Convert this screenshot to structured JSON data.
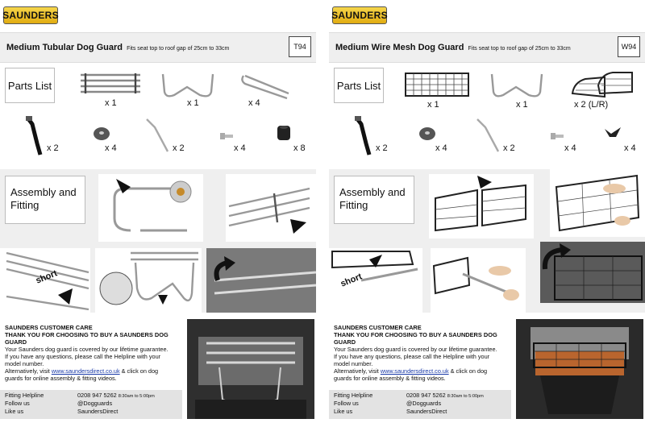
{
  "brand": "SAUNDERS",
  "sheets": [
    {
      "title": "Medium Tubular Dog Guard",
      "subtitle": "Fits seat top to roof gap of 25cm to 33cm",
      "code": "T94",
      "parts_heading": "Parts List",
      "parts": [
        {
          "icon": "tubular-guard-icon",
          "qty": "x 1"
        },
        {
          "icon": "u-bend-bar-icon",
          "qty": "x 1"
        },
        {
          "icon": "hook-bar-icon",
          "qty": "x 4"
        },
        {
          "icon": "strap-icon",
          "qty": "x 2"
        },
        {
          "icon": "washer-icon",
          "qty": "x 4"
        },
        {
          "icon": "bent-rod-icon",
          "qty": "x 2"
        },
        {
          "icon": "bolt-icon",
          "qty": "x 4"
        },
        {
          "icon": "rubber-cap-icon",
          "qty": "x 8"
        }
      ],
      "assembly_heading_1": "Assembly and",
      "assembly_heading_2": "Fitting",
      "short_label": "short"
    },
    {
      "title": "Medium Wire Mesh Dog Guard",
      "subtitle": "Fits seat top to roof gap of 25cm to 33cm",
      "code": "W94",
      "parts_heading": "Parts List",
      "parts": [
        {
          "icon": "mesh-guard-icon",
          "qty": "x 1"
        },
        {
          "icon": "u-bend-bar-icon",
          "qty": "x 1"
        },
        {
          "icon": "side-mesh-panel-icon",
          "qty": "x 2 (L/R)"
        },
        {
          "icon": "strap-icon",
          "qty": "x 2"
        },
        {
          "icon": "washer-icon",
          "qty": "x 4"
        },
        {
          "icon": "bent-rod-icon",
          "qty": "x 2"
        },
        {
          "icon": "bolt-icon",
          "qty": "x 4"
        },
        {
          "icon": "wing-nut-icon",
          "qty": "x 4"
        }
      ],
      "assembly_heading_1": "Assembly and",
      "assembly_heading_2": "Fitting",
      "short_label": "short"
    }
  ],
  "care": {
    "heading1": "SAUNDERS CUSTOMER CARE",
    "heading2": "THANK YOU FOR CHOOSING TO BUY A SAUNDERS DOG GUARD",
    "line1": "Your Saunders dog guard is covered by our lifetime guarantee.",
    "line2": "If you have any questions, please call the Helpline with your",
    "line3": "model number.",
    "line4_pre": "Alternatively, visit ",
    "link": "www.saundersdirect.co.uk",
    "line4_post": " & click on dog",
    "line5": "guards for online assembly & fitting videos.",
    "helpline_label": "Fitting Helpline",
    "helpline_number": "0208 947 5262",
    "helpline_hours": "8:30am to 5:00pm",
    "follow_label": "Follow us",
    "follow_value": "@Dogguards",
    "like_label": "Like us",
    "like_value": "SaundersDirect"
  },
  "colors": {
    "logo_yellow": "#f0c52a",
    "panel_gray": "#efefef",
    "link_blue": "#1a3aa8"
  }
}
